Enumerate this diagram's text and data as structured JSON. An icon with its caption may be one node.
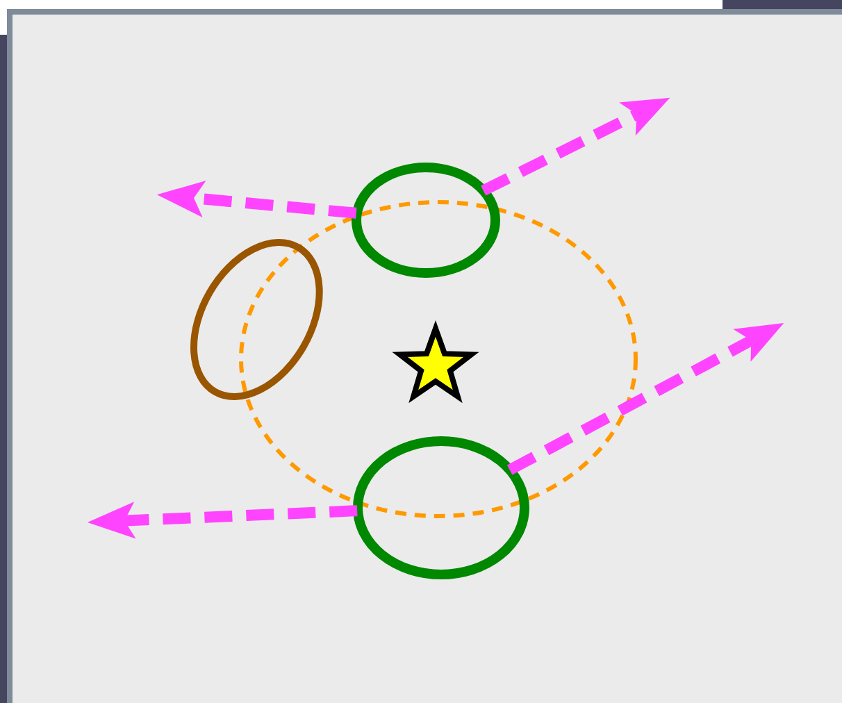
{
  "diagram": {
    "nodes": [
      {
        "text": [],
        "shape": "ellipse"
      },
      {
        "text": [],
        "shape": "star",
        "in": 0
      },
      {
        "text": [],
        "shape": "ellipse"
      },
      {
        "text": [],
        "shape": "ellipse"
      },
      {
        "text": [],
        "shape": "ellipse"
      }
    ],
    "edges": [
      {
        "from": 2,
        "to": null,
        "arrow": "to",
        "style": "dashed"
      },
      {
        "from": 2,
        "to": null,
        "arrow": "to",
        "style": "dashed"
      },
      {
        "from": 4,
        "to": null,
        "arrow": "to",
        "style": "dashed"
      },
      {
        "from": 4,
        "to": null,
        "arrow": "to",
        "style": "dashed"
      }
    ]
  }
}
